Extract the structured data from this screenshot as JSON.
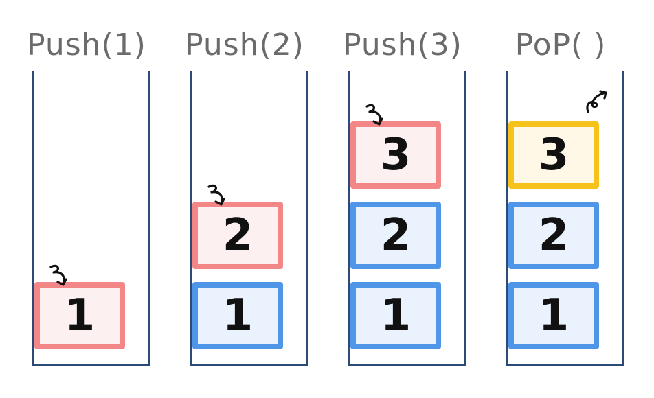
{
  "stacks": [
    {
      "title": "Push(1)",
      "arrow": "in",
      "boxes": [
        {
          "label": "1",
          "state": "pushed"
        }
      ]
    },
    {
      "title": "Push(2)",
      "arrow": "in",
      "boxes": [
        {
          "label": "1",
          "state": "stored"
        },
        {
          "label": "2",
          "state": "pushed"
        }
      ]
    },
    {
      "title": "Push(3)",
      "arrow": "in",
      "boxes": [
        {
          "label": "1",
          "state": "stored"
        },
        {
          "label": "2",
          "state": "stored"
        },
        {
          "label": "3",
          "state": "pushed"
        }
      ]
    },
    {
      "title": "PoP( )",
      "arrow": "out",
      "boxes": [
        {
          "label": "1",
          "state": "stored"
        },
        {
          "label": "2",
          "state": "stored"
        },
        {
          "label": "3",
          "state": "popped"
        }
      ]
    }
  ],
  "colors": {
    "pushed_fill": "#fdf0f0",
    "pushed_border": "#f38787",
    "stored_fill": "#e9f2fd",
    "stored_border": "#4f95e8",
    "popped_fill": "#fff8e6",
    "popped_border": "#f6c31c",
    "container_line": "#2b4a78",
    "title_text": "#6b6b6b"
  }
}
